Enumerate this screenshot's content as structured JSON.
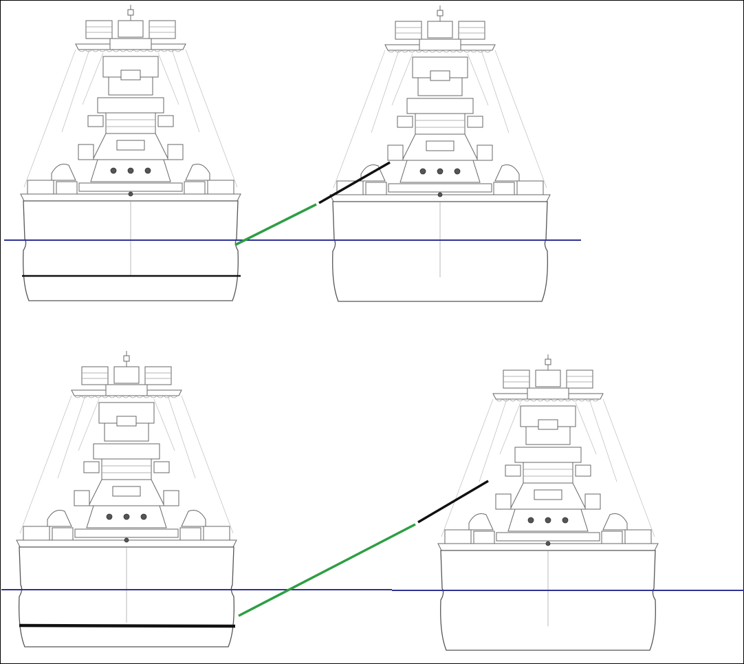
{
  "diagram": {
    "frame_color": "#000000",
    "colors": {
      "waterline": "#2e3192",
      "keel_marker": "#111111",
      "trajectory_green": "#2e9e44",
      "trajectory_black": "#111111",
      "drawing": "#6f6f6f"
    },
    "panels": [
      {
        "id": "top-pair",
        "ships": [
          "front-view-heeled-reference",
          "front-view-upright"
        ]
      },
      {
        "id": "bottom-pair",
        "ships": [
          "front-view-heeled-reference",
          "front-view-upright"
        ]
      }
    ],
    "icons": [
      "battleship-front-view-icon"
    ]
  }
}
